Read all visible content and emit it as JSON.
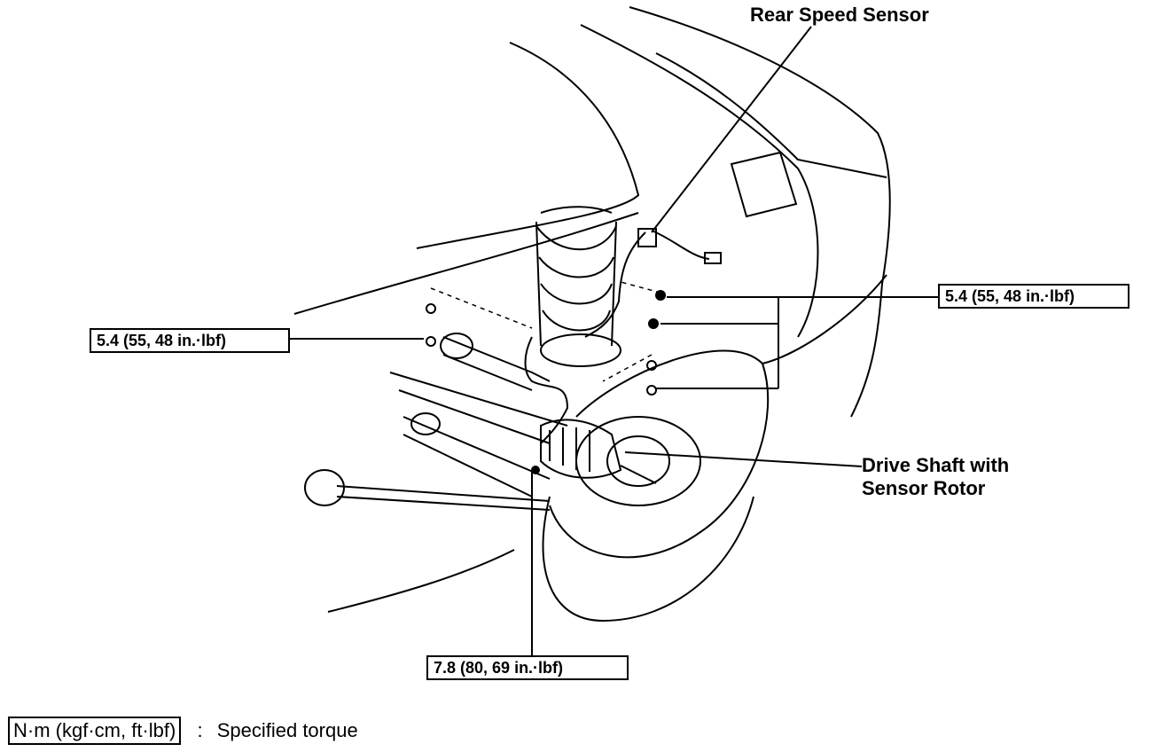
{
  "labels": {
    "rear_speed_sensor": "Rear Speed Sensor",
    "drive_shaft_line1": "Drive Shaft with",
    "drive_shaft_line2": "Sensor Rotor"
  },
  "torque": {
    "left": "5.4 (55, 48 in.·lbf)",
    "right": "5.4 (55, 48 in.·lbf)",
    "bottom": "7.8 (80, 69 in.·lbf)"
  },
  "legend": {
    "unit": "N·m (kgf·cm, ft·lbf)",
    "separator": ":",
    "description": "Specified torque"
  }
}
